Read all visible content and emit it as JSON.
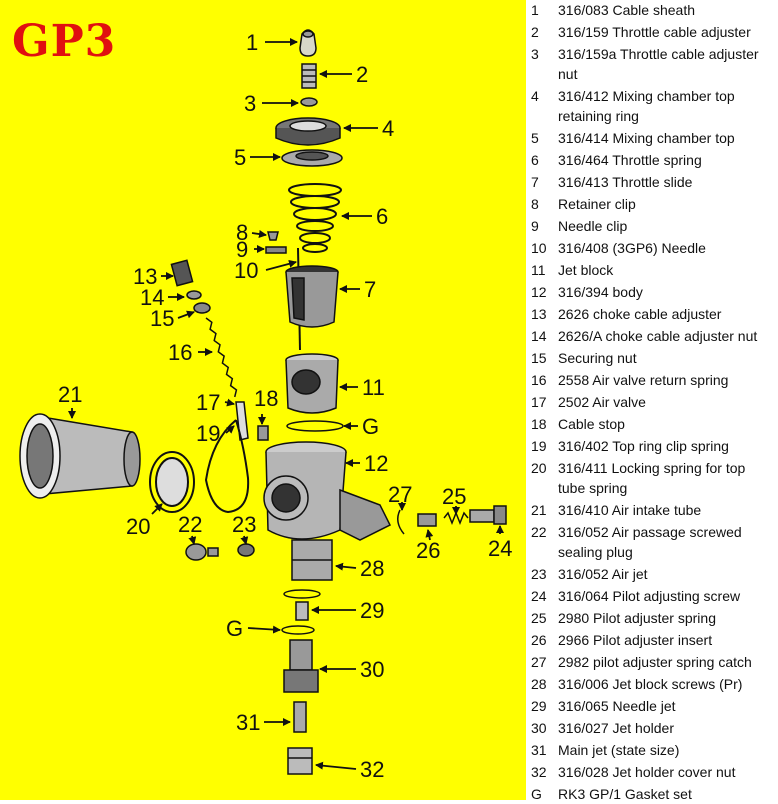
{
  "title": "GP3",
  "colors": {
    "background": "#ffff00",
    "title": "#e01010",
    "ink": "#111111"
  },
  "callouts": [
    "1",
    "2",
    "3",
    "4",
    "5",
    "6",
    "7",
    "8",
    "9",
    "10",
    "11",
    "G",
    "12",
    "13",
    "14",
    "15",
    "16",
    "17",
    "18",
    "19",
    "20",
    "21",
    "22",
    "23",
    "24",
    "25",
    "26",
    "27",
    "28",
    "29",
    "G",
    "30",
    "31",
    "32"
  ],
  "legend": [
    {
      "num": "1",
      "text": "316/083 Cable sheath"
    },
    {
      "num": "2",
      "text": "316/159 Throttle cable adjuster"
    },
    {
      "num": "3",
      "text": "316/159a Throttle cable adjuster nut"
    },
    {
      "num": "4",
      "text": "316/412 Mixing chamber top retaining ring"
    },
    {
      "num": "5",
      "text": "316/414 Mixing chamber top"
    },
    {
      "num": "6",
      "text": "316/464 Throttle spring"
    },
    {
      "num": "7",
      "text": "316/413 Throttle slide"
    },
    {
      "num": "8",
      "text": "Retainer clip"
    },
    {
      "num": "9",
      "text": "Needle clip"
    },
    {
      "num": "10",
      "text": "316/408 (3GP6) Needle"
    },
    {
      "num": "11",
      "text": "Jet block"
    },
    {
      "num": "12",
      "text": "316/394 body"
    },
    {
      "num": "13",
      "text": "2626 choke cable adjuster"
    },
    {
      "num": "14",
      "text": "2626/A choke cable adjuster nut"
    },
    {
      "num": "15",
      "text": "Securing nut"
    },
    {
      "num": "16",
      "text": "2558 Air valve return spring"
    },
    {
      "num": "17",
      "text": "2502 Air valve"
    },
    {
      "num": "18",
      "text": "Cable stop"
    },
    {
      "num": "19",
      "text": "316/402 Top ring clip spring"
    },
    {
      "num": "20",
      "text": "316/411 Locking spring for top tube spring"
    },
    {
      "num": "21",
      "text": "316/410 Air intake tube"
    },
    {
      "num": "22",
      "text": "316/052 Air passage screwed sealing plug"
    },
    {
      "num": "23",
      "text": "316/052 Air jet"
    },
    {
      "num": "24",
      "text": "316/064 Pilot adjusting screw"
    },
    {
      "num": "25",
      "text": "2980 Pilot adjuster spring"
    },
    {
      "num": "26",
      "text": "2966 Pilot adjuster insert"
    },
    {
      "num": "27",
      "text": "2982 pilot adjuster spring catch"
    },
    {
      "num": "28",
      "text": "316/006 Jet block screws (Pr)"
    },
    {
      "num": "29",
      "text": "316/065 Needle jet"
    },
    {
      "num": "30",
      "text": "316/027 Jet holder"
    },
    {
      "num": "31",
      "text": "Main jet (state size)"
    },
    {
      "num": "32",
      "text": "316/028 Jet holder cover nut"
    },
    {
      "num": "G",
      "text": "RK3 GP/1 Gasket set"
    }
  ]
}
